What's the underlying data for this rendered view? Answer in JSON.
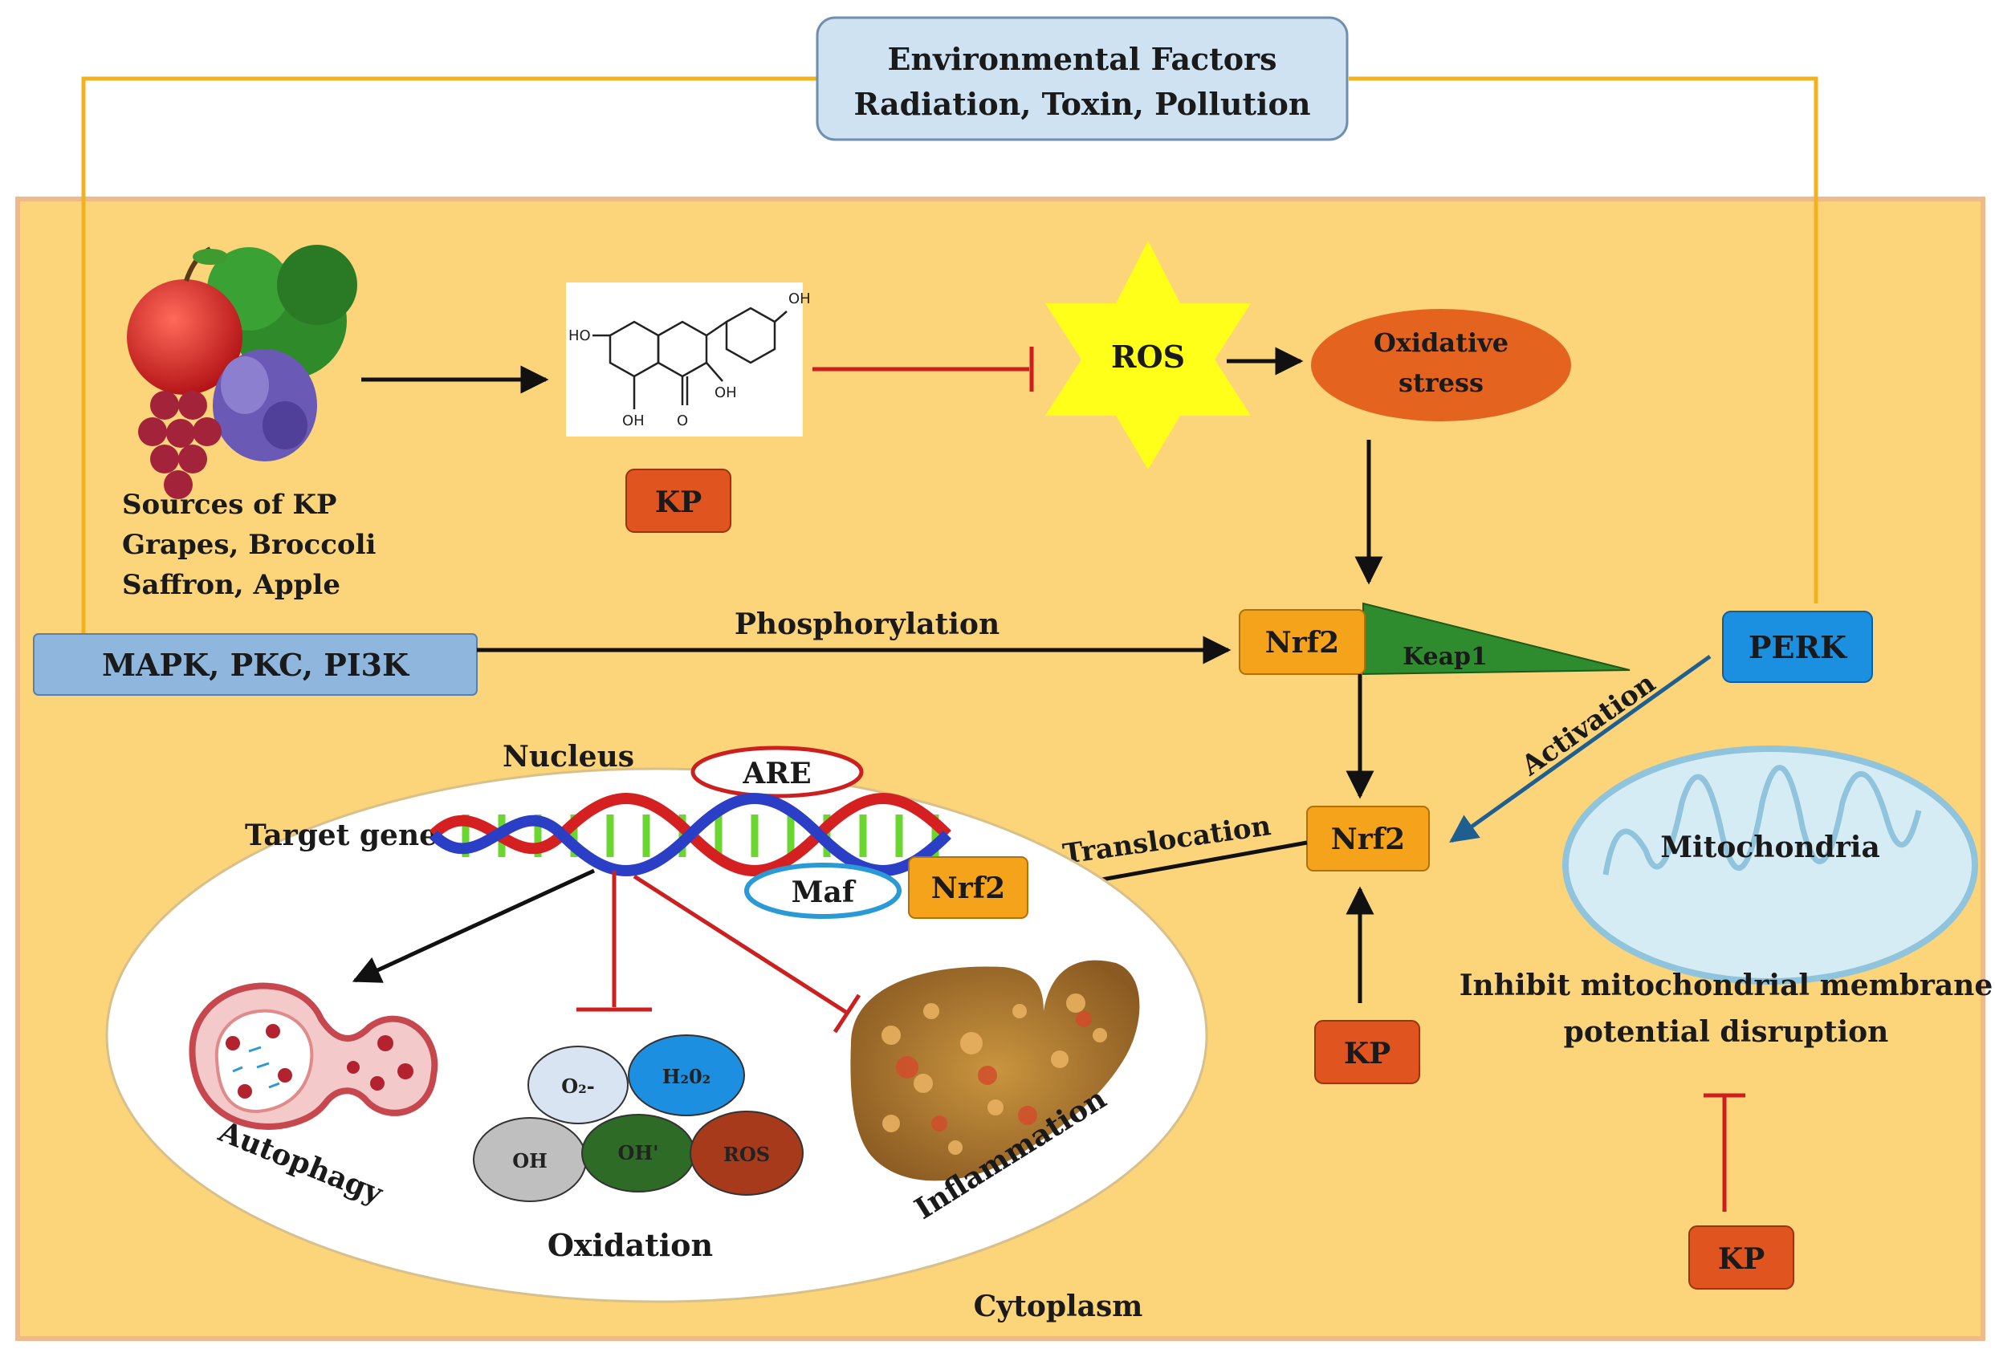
{
  "environment": {
    "line1": "Environmental Factors",
    "line2": "Radiation, Toxin, Pollution"
  },
  "sources": {
    "line1": "Sources of KP",
    "line2": "Grapes, Broccoli",
    "line3": "Saffron, Apple"
  },
  "kp_label": "KP",
  "ros": "ROS",
  "oxidative_stress": {
    "line1": "Oxidative",
    "line2": "stress"
  },
  "kinases": "MAPK, PKC, PI3K",
  "phosphorylation": "Phosphorylation",
  "nrf2": "Nrf2",
  "keap1": "Keap1",
  "perk": "PERK",
  "activation": "Activation",
  "translocation": "Translocation",
  "nucleus": "Nucleus",
  "are": "ARE",
  "target_gene": "Target gene",
  "maf": "Maf",
  "mitochondria": "Mitochondria",
  "mito_text": {
    "line1": "Inhibit mitochondrial membrane",
    "line2": "potential disruption"
  },
  "autophagy": "Autophagy",
  "oxidation": "Oxidation",
  "inflammation": "Inflammation",
  "cytoplasm": "Cytoplasm",
  "molecule_labels": {
    "oh_top": "OH",
    "ho_left": "HO",
    "oh_right": "OH",
    "oh_bottom": "OH",
    "o_bottom": "O"
  },
  "ros_species": {
    "o2": "O₂-",
    "h2o2": "H₂0₂",
    "oh": "OH",
    "oh_rad": "OH'",
    "ros": "ROS"
  },
  "colors": {
    "cytoplasm_fill": "#fcd57a",
    "cytoplasm_border": "#f0b98a",
    "env_box": "#cfe2f2",
    "kinase_box": "#8fb7dd",
    "orange_box": "#f5a31a",
    "red_box": "#e0541f",
    "perk_box": "#1b8fe0",
    "keap1": "#2e8b2e",
    "ros_star": "#ffff1a",
    "inhibit": "#cc1f1f",
    "activation_line": "#1f5f8f"
  }
}
